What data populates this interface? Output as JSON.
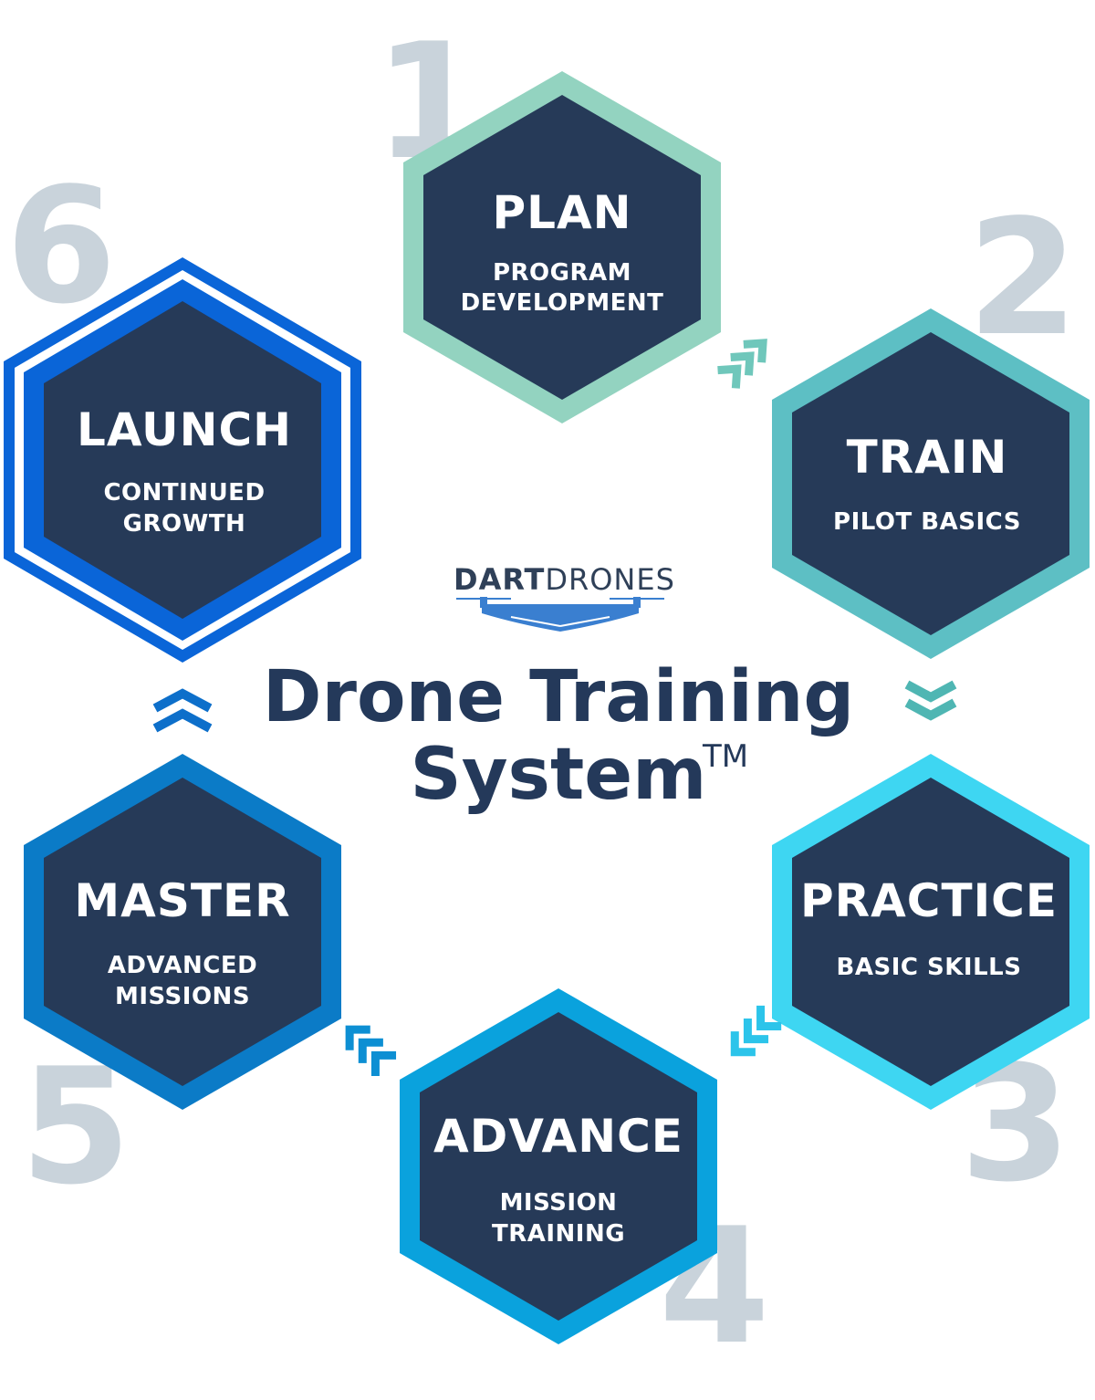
{
  "title": {
    "line1": "Drone Training",
    "line2": "System",
    "trademark": "TM"
  },
  "logo": {
    "part1": "DART",
    "part2": "DRONES",
    "color": "#3a7fd0"
  },
  "steps": [
    {
      "number": "1",
      "title": "PLAN",
      "subtitle_lines": [
        "PROGRAM",
        "DEVELOPMENT"
      ],
      "color": "#93d3c0"
    },
    {
      "number": "2",
      "title": "TRAIN",
      "subtitle_lines": [
        "PILOT BASICS"
      ],
      "color": "#5dbfc4"
    },
    {
      "number": "3",
      "title": "PRACTICE",
      "subtitle_lines": [
        "BASIC SKILLS"
      ],
      "color": "#3ed6f2"
    },
    {
      "number": "4",
      "title": "ADVANCE",
      "subtitle_lines": [
        "MISSION",
        "TRAINING"
      ],
      "color": "#0aa2dd"
    },
    {
      "number": "5",
      "title": "MASTER",
      "subtitle_lines": [
        "ADVANCED",
        "MISSIONS"
      ],
      "color": "#0b7bc7"
    },
    {
      "number": "6",
      "title": "LAUNCH",
      "subtitle_lines": [
        "CONTINUED",
        "GROWTH"
      ],
      "color": "#0a65d8"
    }
  ],
  "colors": {
    "hex_fill": "#263a58",
    "number_gray": "#c9d3db",
    "title_navy": "#24395a"
  }
}
